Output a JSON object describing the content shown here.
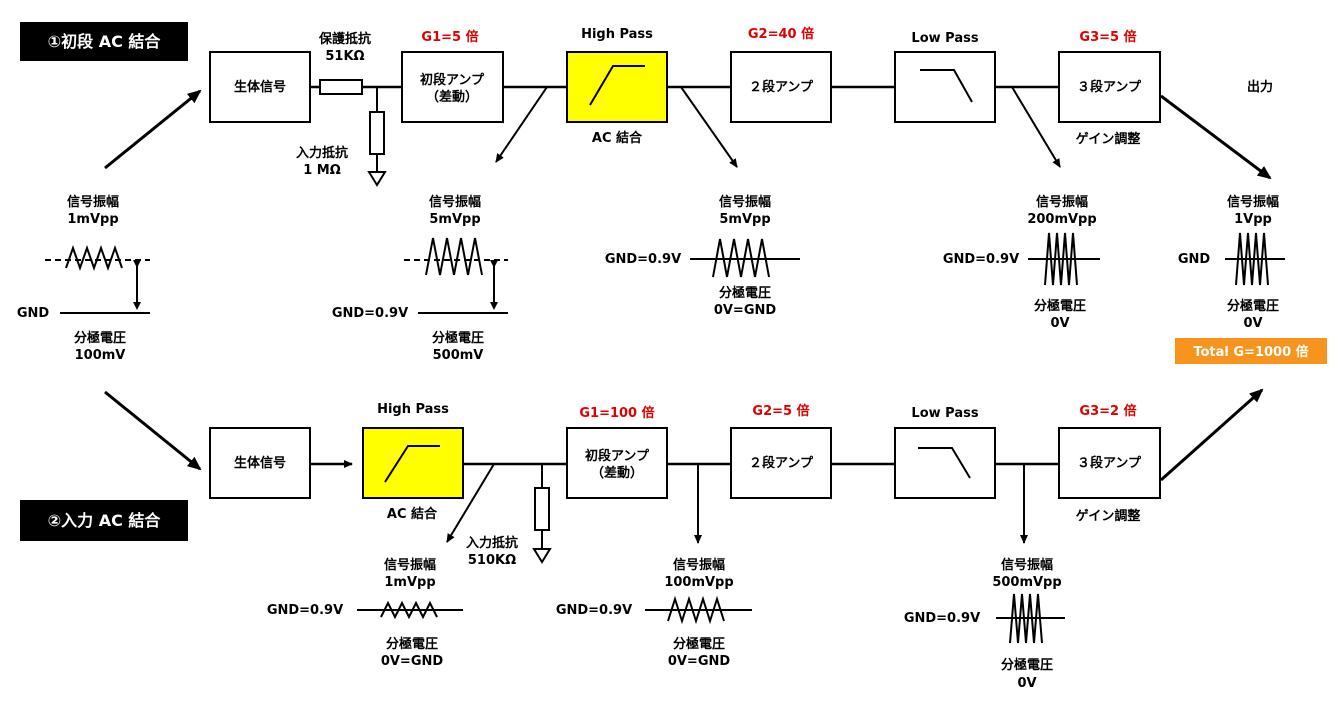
{
  "section1": {
    "title": "①初段 AC 結合"
  },
  "section2": {
    "title": "②入力 AC 結合"
  },
  "common": {
    "bio": "生体信号",
    "amp1_l1": "初段アンプ",
    "amp1_l2": "（差動）",
    "amp2": "２段アンプ",
    "amp3": "３段アンプ",
    "hp": "High Pass",
    "lp": "Low Pass",
    "ac": "AC 結合",
    "gain_adj": "ゲイン調整",
    "out": "出力",
    "sig": "信号振幅",
    "pol": "分極電圧",
    "gnd": "GND",
    "gnd09": "GND=0.9V",
    "v0gnd": "0V=GND",
    "v0": "0V",
    "total": "Total G=1000 倍"
  },
  "top": {
    "prot_l1": "保護抵抗",
    "prot_l2": "51KΩ",
    "inr_l1": "入力抵抗",
    "inr_l2": "1 MΩ",
    "g1": "G1=5 倍",
    "g2": "G2=40 倍",
    "g3": "G3=5 倍",
    "s1_amp": "1mVpp",
    "s1_pol": "100mV",
    "s2_amp": "5mVpp",
    "s2_pol": "500mV",
    "s3_amp": "5mVpp",
    "s4_amp": "200mVpp",
    "s5_amp": "1Vpp"
  },
  "bottom": {
    "inr_l1": "入力抵抗",
    "inr_l2": "510KΩ",
    "g1": "G1=100 倍",
    "g2": "G2=5 倍",
    "g3": "G3=2 倍",
    "s1_amp": "1mVpp",
    "s2_amp": "100mVpp",
    "s3_amp": "500mVpp"
  },
  "colors": {
    "gain": "#e00000",
    "highlight": "#ffff00",
    "total_bg": "#f7941d",
    "title_bg": "#000000"
  }
}
